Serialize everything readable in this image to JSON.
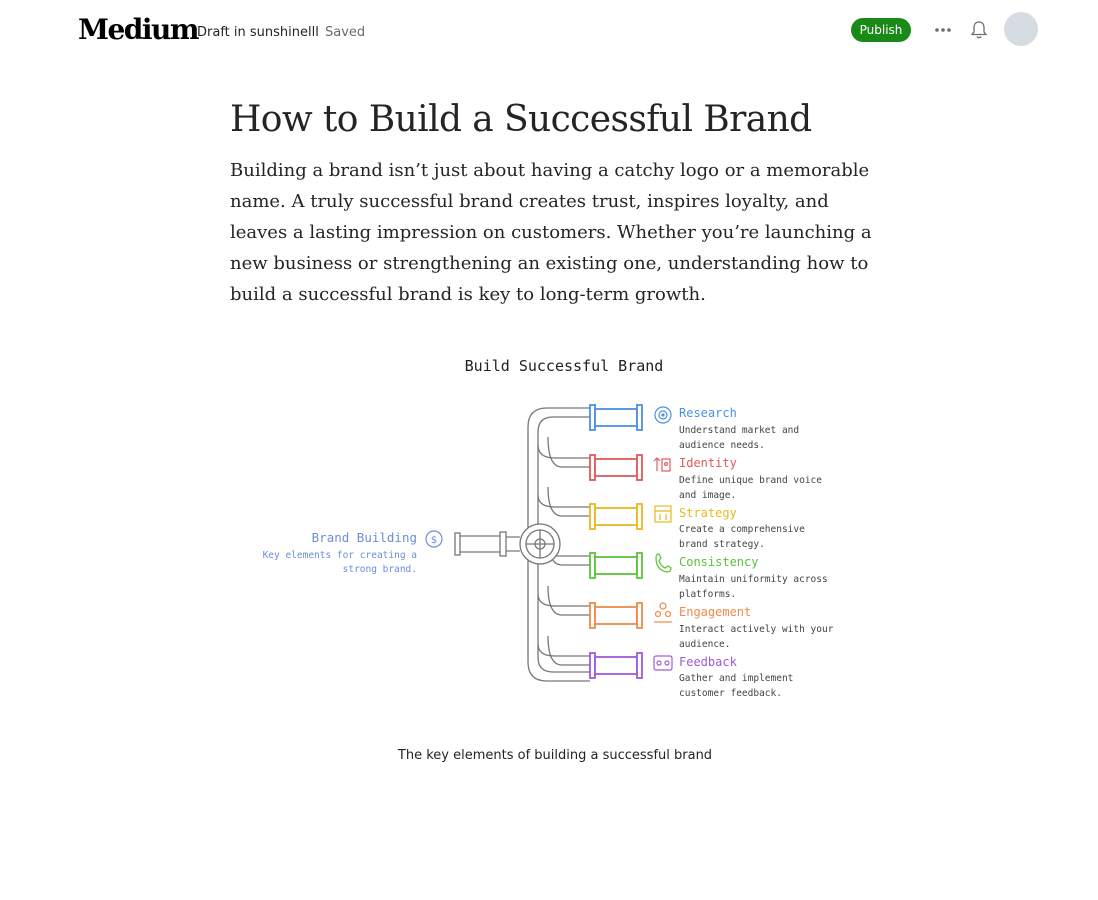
{
  "header": {
    "logo": "Medium",
    "draft_label": "Draft in sunshinelll",
    "status": "Saved",
    "publish_label": "Publish",
    "icons": [
      "more-icon",
      "bell-icon",
      "avatar"
    ]
  },
  "article": {
    "title": "How to Build a Successful Brand",
    "paragraph": "Building a brand isn’t just about having a catchy logo or a memorable name. A truly successful brand creates trust, inspires loyalty, and leaves a lasting impression on customers. Whether you’re launching a new business or strengthening an existing one, understanding how to build a successful brand is key to long-term growth."
  },
  "figure": {
    "title": "Build Successful Brand",
    "hub": {
      "title": "Brand Building",
      "desc_line1": "Key elements for creating a",
      "desc_line2": "strong brand."
    },
    "items": [
      {
        "title": "Research",
        "line1": "Understand market and",
        "line2": "audience needs.",
        "color": "#4a90e2",
        "icon": "target-icon"
      },
      {
        "title": "Identity",
        "line1": "Define unique brand voice",
        "line2": "and image.",
        "color": "#e05a5a",
        "icon": "id-card-icon"
      },
      {
        "title": "Strategy",
        "line1": "Create a comprehensive",
        "line2": "brand strategy.",
        "color": "#e8b820",
        "icon": "calendar-icon"
      },
      {
        "title": "Consistency",
        "line1": "Maintain uniformity across",
        "line2": "platforms.",
        "color": "#5cc23a",
        "icon": "phone-icon"
      },
      {
        "title": "Engagement",
        "line1": "Interact actively with your",
        "line2": "audience.",
        "color": "#f08a4b",
        "icon": "people-icon"
      },
      {
        "title": "Feedback",
        "line1": "Gather and implement",
        "line2": "customer feedback.",
        "color": "#a05ad8",
        "icon": "feedback-icon"
      }
    ],
    "caption": "The key elements of building a successful brand"
  }
}
